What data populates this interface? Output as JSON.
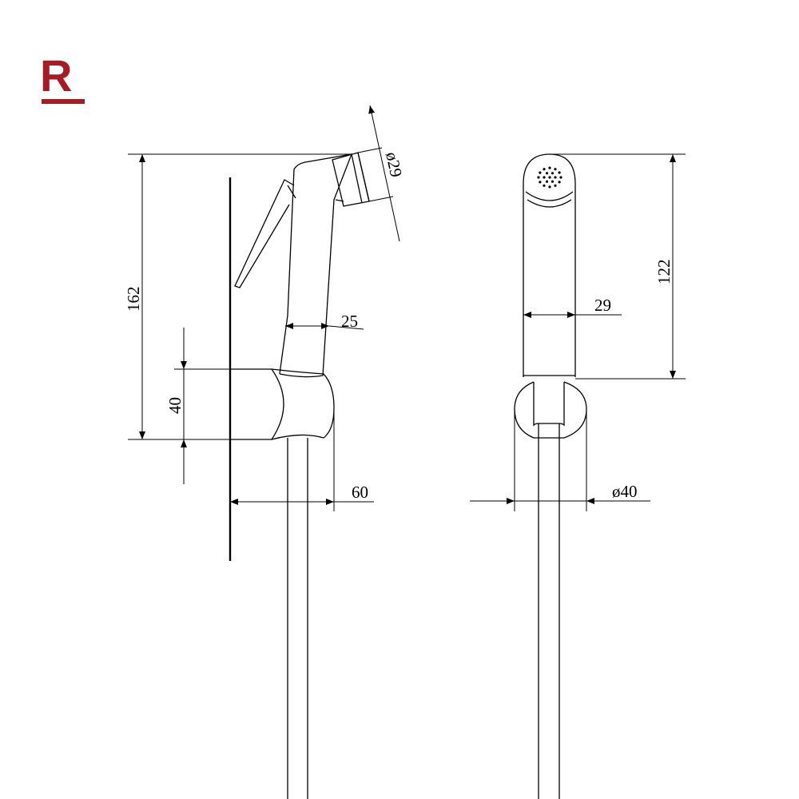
{
  "brand": {
    "letter": "R",
    "color": "#a51c24"
  },
  "dimensions": {
    "side_total_height": "162",
    "side_nozzle_diameter": "ø29",
    "side_handle_width": "25",
    "side_holder_height": "40",
    "side_projection": "60",
    "front_head_height": "122",
    "front_handle_width": "29",
    "front_holder_diameter": "ø40"
  },
  "colors": {
    "line": "#000000",
    "background": "#ffffff"
  }
}
